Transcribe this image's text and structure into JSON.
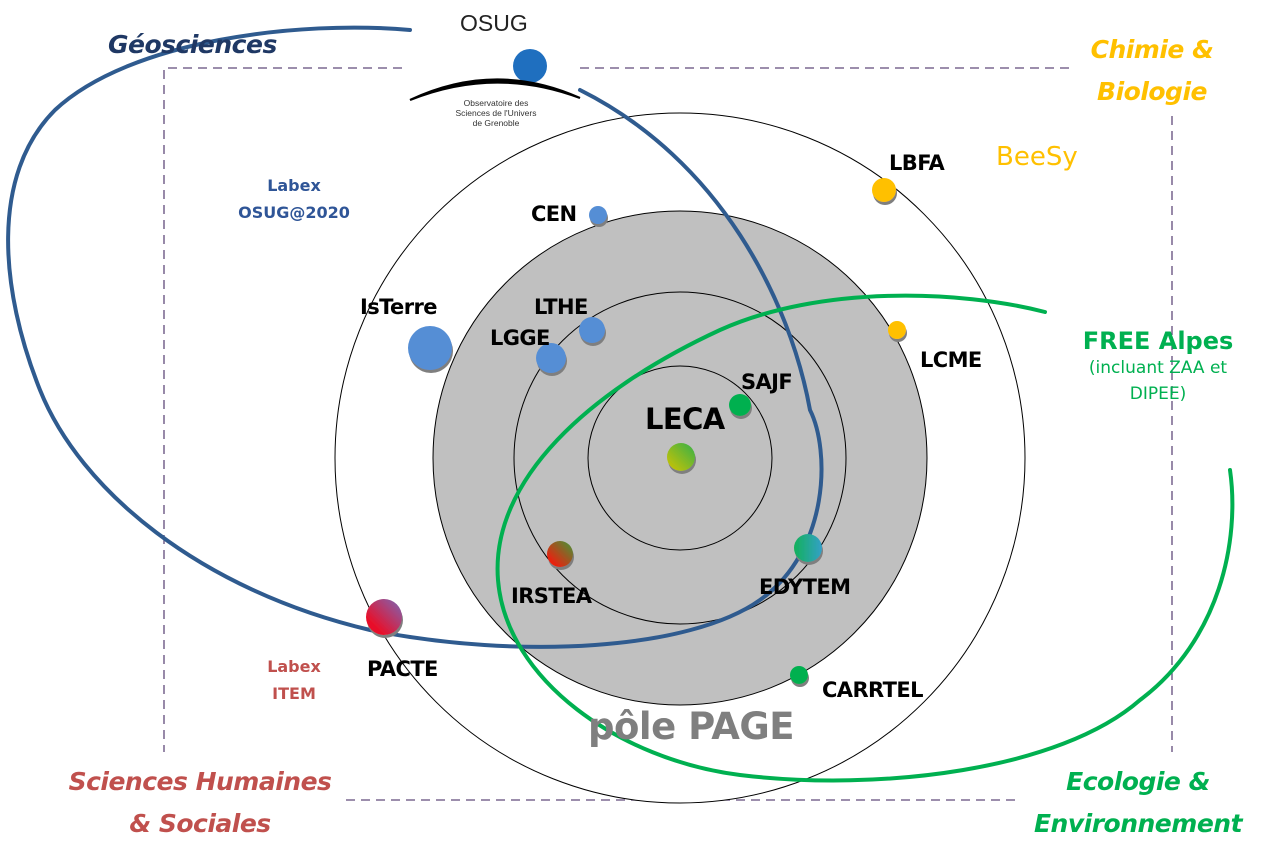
{
  "domains": {
    "geosciences": {
      "label": "Géosciences",
      "color": "#1f3864"
    },
    "chimie_biologie": {
      "line1": "Chimie &",
      "line2": "Biologie",
      "color": "#ffc000"
    },
    "shs": {
      "line1": "Sciences Humaines",
      "line2": "& Sociales",
      "color": "#c0504d"
    },
    "ecologie": {
      "line1": "Ecologie &",
      "line2": "Environnement",
      "color": "#00b050"
    }
  },
  "osug": {
    "title": "OSUG",
    "subtitle_lines": [
      "Observatoire des",
      "Sciences de l'Univers",
      "de Grenoble"
    ],
    "dot_color": "#1f6fbf"
  },
  "networks": {
    "labex_osug": {
      "line1": "Labex",
      "line2": "OSUG@2020",
      "color": "#2f5597"
    },
    "labex_item": {
      "line1": "Labex",
      "line2": "ITEM",
      "color": "#c0504d"
    },
    "beesy": {
      "label": "BeeSy",
      "color": "#ffc000"
    },
    "free_alpes": {
      "title": "FREE Alpes",
      "sub1": "(incluant ZAA et",
      "sub2": "DIPEE)",
      "color": "#00b050"
    }
  },
  "pole": {
    "label": "pôle PAGE",
    "fill": "#c0c0c0"
  },
  "center_lab": {
    "label": "LECA",
    "colors": [
      "#d4c400",
      "#33b04a"
    ]
  },
  "labs": [
    {
      "id": "cen",
      "label": "CEN",
      "ring": 3,
      "color": "#558ed5"
    },
    {
      "id": "isterre",
      "label": "IsTerre",
      "ring": 3,
      "color": "#558ed5"
    },
    {
      "id": "lthe",
      "label": "LTHE",
      "ring": 2,
      "color": "#558ed5"
    },
    {
      "id": "lgge",
      "label": "LGGE",
      "ring": 2,
      "color": "#558ed5"
    },
    {
      "id": "sajf",
      "label": "SAJF",
      "ring": 1,
      "color": "#00b050"
    },
    {
      "id": "irstea",
      "label": "IRSTEA",
      "ring": 2,
      "colors": [
        "#e8220f",
        "#3f9a3a"
      ]
    },
    {
      "id": "edytem",
      "label": "EDYTEM",
      "ring": 2,
      "colors": [
        "#14b15a",
        "#33a0c8"
      ]
    },
    {
      "id": "carrtel",
      "label": "CARRTEL",
      "ring": 3,
      "color": "#00b050"
    },
    {
      "id": "pacte",
      "label": "PACTE",
      "ring": 4,
      "colors": [
        "#e8102a",
        "#7a68b8"
      ]
    },
    {
      "id": "lbfa",
      "label": "LBFA",
      "ring": 4,
      "color": "#ffc000"
    },
    {
      "id": "lcme",
      "label": "LCME",
      "ring": 3,
      "color": "#ffc000"
    }
  ]
}
